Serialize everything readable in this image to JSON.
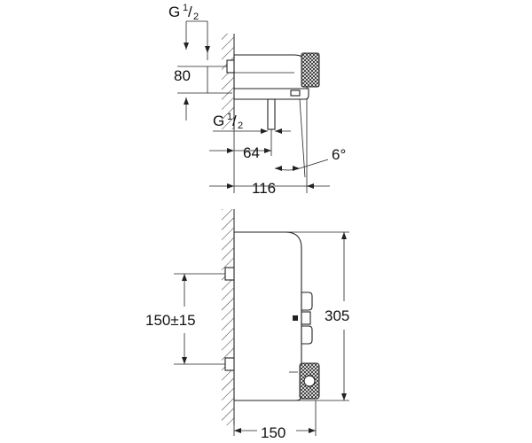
{
  "top_view": {
    "thread_top": {
      "main": "G",
      "super": "1",
      "sub": "2"
    },
    "dim_height": "80",
    "thread_bottom": {
      "main": "G",
      "super": "1",
      "sub": "2"
    },
    "dim_outlet": "64",
    "dim_angle": "6°",
    "dim_depth": "116"
  },
  "front_view": {
    "dim_spacing": "150±15",
    "dim_height": "305",
    "dim_width": "150"
  }
}
